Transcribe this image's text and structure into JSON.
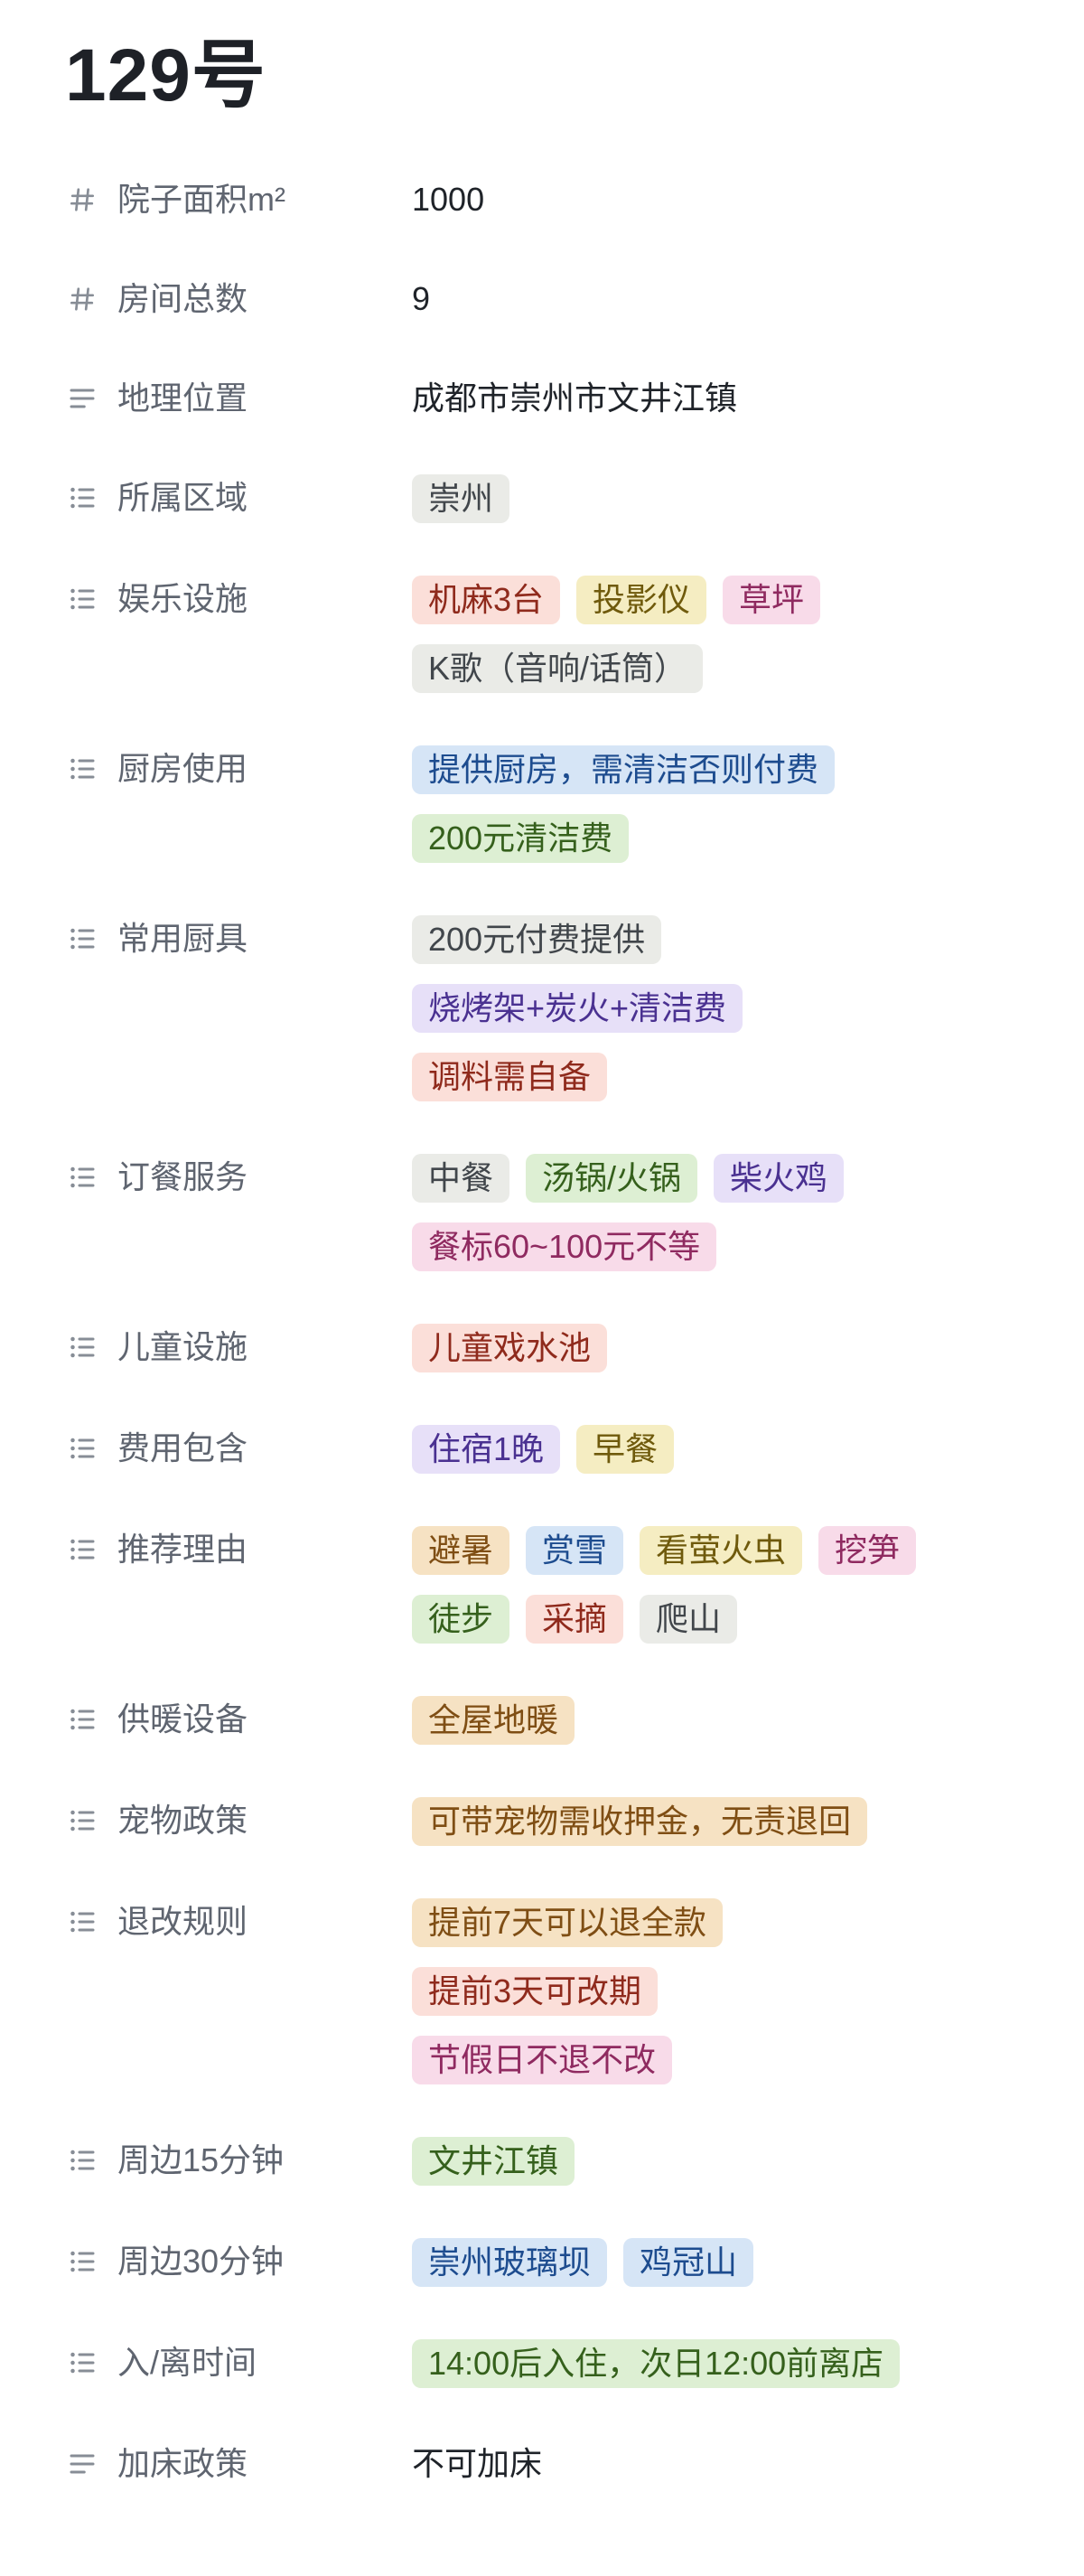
{
  "record": {
    "title": "129号"
  },
  "tag_colors": {
    "gray": {
      "bg": "#eaebe7",
      "text": "#41464b"
    },
    "red": {
      "bg": "#fbdfd9",
      "text": "#8f2a1c"
    },
    "carmine": {
      "bg": "#f8dbe9",
      "text": "#8f2a60"
    },
    "orange": {
      "bg": "#f6e2c3",
      "text": "#7f4e14"
    },
    "yellow": {
      "bg": "#f5edc2",
      "text": "#6f5a0c"
    },
    "green": {
      "bg": "#ddefd3",
      "text": "#35601c"
    },
    "blue": {
      "bg": "#d6e5f6",
      "text": "#1d4c8f"
    },
    "purple": {
      "bg": "#e7e0f8",
      "text": "#4a3191"
    }
  },
  "fields": [
    {
      "key": "yard-area",
      "icon": "hash",
      "label": "院子面积m²",
      "value": "1000"
    },
    {
      "key": "room-count",
      "icon": "hash",
      "label": "房间总数",
      "value": "9"
    },
    {
      "key": "location",
      "icon": "text",
      "label": "地理位置",
      "value": "成都市崇州市文井江镇"
    },
    {
      "key": "district",
      "icon": "list",
      "label": "所属区域",
      "lines": [
        [
          {
            "text": "崇州",
            "color": "gray"
          }
        ]
      ]
    },
    {
      "key": "entertainment",
      "icon": "list",
      "label": "娱乐设施",
      "lines": [
        [
          {
            "text": "机麻3台",
            "color": "red"
          },
          {
            "text": "投影仪",
            "color": "yellow"
          },
          {
            "text": "草坪",
            "color": "carmine"
          }
        ],
        [
          {
            "text": "K歌（音响/话筒）",
            "color": "gray"
          }
        ]
      ]
    },
    {
      "key": "kitchen-use",
      "icon": "list",
      "label": "厨房使用",
      "lines": [
        [
          {
            "text": "提供厨房，需清洁否则付费",
            "color": "blue"
          }
        ],
        [
          {
            "text": "200元清洁费",
            "color": "green"
          }
        ]
      ]
    },
    {
      "key": "kitchenware",
      "icon": "list",
      "label": "常用厨具",
      "lines": [
        [
          {
            "text": "200元付费提供",
            "color": "gray"
          }
        ],
        [
          {
            "text": "烧烤架+炭火+清洁费",
            "color": "purple"
          }
        ],
        [
          {
            "text": "调料需自备",
            "color": "red"
          }
        ]
      ]
    },
    {
      "key": "meal-service",
      "icon": "list",
      "label": "订餐服务",
      "lines": [
        [
          {
            "text": "中餐",
            "color": "gray"
          },
          {
            "text": "汤锅/火锅",
            "color": "green"
          },
          {
            "text": "柴火鸡",
            "color": "purple"
          }
        ],
        [
          {
            "text": "餐标60~100元不等",
            "color": "carmine"
          }
        ]
      ]
    },
    {
      "key": "kids-facilities",
      "icon": "list",
      "label": "儿童设施",
      "lines": [
        [
          {
            "text": "儿童戏水池",
            "color": "red"
          }
        ]
      ]
    },
    {
      "key": "fee-includes",
      "icon": "list",
      "label": "费用包含",
      "lines": [
        [
          {
            "text": "住宿1晚",
            "color": "purple"
          },
          {
            "text": "早餐",
            "color": "yellow"
          }
        ]
      ]
    },
    {
      "key": "recommend-reasons",
      "icon": "list",
      "label": "推荐理由",
      "lines": [
        [
          {
            "text": "避暑",
            "color": "orange"
          },
          {
            "text": "赏雪",
            "color": "blue"
          },
          {
            "text": "看萤火虫",
            "color": "yellow"
          },
          {
            "text": "挖笋",
            "color": "carmine"
          }
        ],
        [
          {
            "text": "徒步",
            "color": "green"
          },
          {
            "text": "采摘",
            "color": "red"
          },
          {
            "text": "爬山",
            "color": "gray"
          }
        ]
      ]
    },
    {
      "key": "heating",
      "icon": "list",
      "label": "供暖设备",
      "lines": [
        [
          {
            "text": "全屋地暖",
            "color": "orange"
          }
        ]
      ]
    },
    {
      "key": "pet-policy",
      "icon": "list",
      "label": "宠物政策",
      "lines": [
        [
          {
            "text": "可带宠物需收押金，无责退回",
            "color": "orange"
          }
        ]
      ]
    },
    {
      "key": "cancellation",
      "icon": "list",
      "label": "退改规则",
      "lines": [
        [
          {
            "text": "提前7天可以退全款",
            "color": "orange"
          }
        ],
        [
          {
            "text": "提前3天可改期",
            "color": "red"
          }
        ],
        [
          {
            "text": "节假日不退不改",
            "color": "carmine"
          }
        ]
      ]
    },
    {
      "key": "nearby-15min",
      "icon": "list",
      "label": "周边15分钟",
      "lines": [
        [
          {
            "text": "文井江镇",
            "color": "green"
          }
        ]
      ]
    },
    {
      "key": "nearby-30min",
      "icon": "list",
      "label": "周边30分钟",
      "lines": [
        [
          {
            "text": "崇州玻璃坝",
            "color": "blue"
          },
          {
            "text": "鸡冠山",
            "color": "blue"
          }
        ]
      ]
    },
    {
      "key": "checkin-checkout",
      "icon": "list",
      "label": "入/离时间",
      "lines": [
        [
          {
            "text": "14:00后入住，次日12:00前离店",
            "color": "green"
          }
        ]
      ]
    },
    {
      "key": "extra-bed",
      "icon": "text",
      "label": "加床政策",
      "value": "不可加床"
    }
  ]
}
